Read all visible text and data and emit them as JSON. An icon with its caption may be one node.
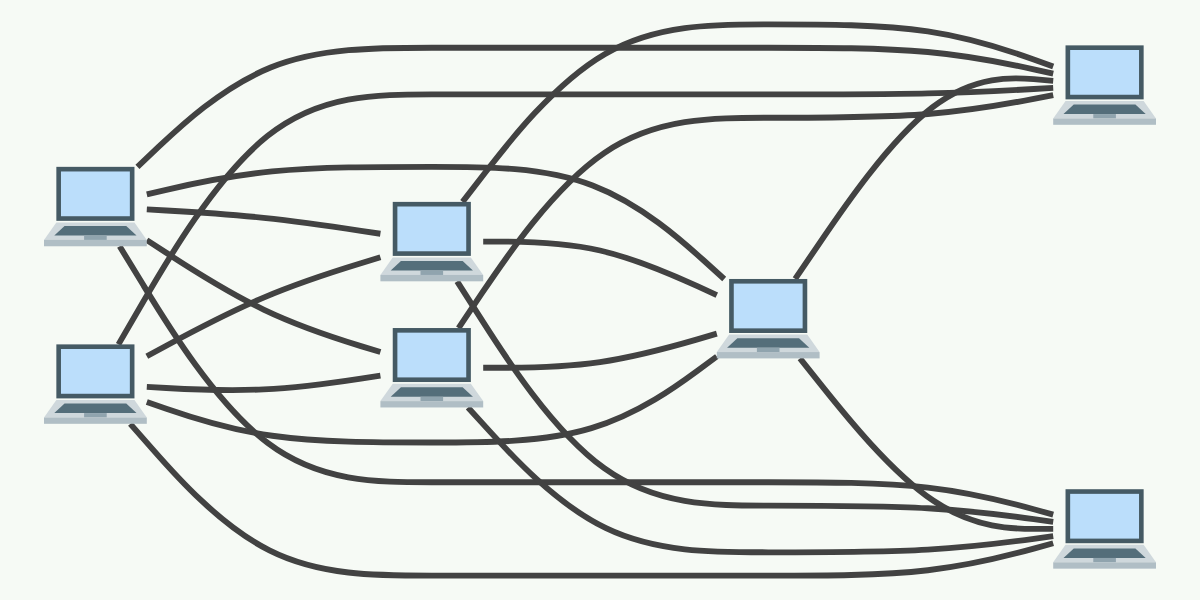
{
  "diagram": {
    "nodes": [
      {
        "text": [],
        "shape": "laptop"
      },
      {
        "text": [],
        "shape": "laptop"
      },
      {
        "text": [],
        "shape": "laptop"
      },
      {
        "text": [],
        "shape": "laptop"
      },
      {
        "text": [],
        "shape": "laptop"
      },
      {
        "text": [],
        "shape": "laptop"
      },
      {
        "text": [],
        "shape": "laptop"
      }
    ],
    "edges": [
      {
        "from": 0,
        "to": 1,
        "arrow": "none"
      },
      {
        "from": 0,
        "to": 4,
        "arrow": "none"
      },
      {
        "from": 1,
        "to": 2,
        "arrow": "none"
      },
      {
        "from": 0,
        "to": 2,
        "arrow": "none"
      },
      {
        "from": 0,
        "to": 5,
        "arrow": "none"
      },
      {
        "from": 0,
        "to": 3,
        "arrow": "none"
      },
      {
        "from": 1,
        "to": 3,
        "arrow": "none"
      },
      {
        "from": 6,
        "to": 1,
        "arrow": "none"
      },
      {
        "from": 1,
        "to": 4,
        "arrow": "none"
      },
      {
        "from": 3,
        "to": 2,
        "arrow": "none"
      },
      {
        "from": 3,
        "to": 4,
        "arrow": "none"
      },
      {
        "from": 6,
        "to": 2,
        "arrow": "none"
      },
      {
        "from": 5,
        "to": 2,
        "arrow": "none"
      },
      {
        "from": 5,
        "to": 3,
        "arrow": "none"
      },
      {
        "from": 6,
        "to": 3,
        "arrow": "none"
      },
      {
        "from": 5,
        "to": 4,
        "arrow": "none"
      },
      {
        "from": 6,
        "to": 4,
        "arrow": "none"
      },
      {
        "from": 6,
        "to": 5,
        "arrow": "none"
      }
    ]
  }
}
